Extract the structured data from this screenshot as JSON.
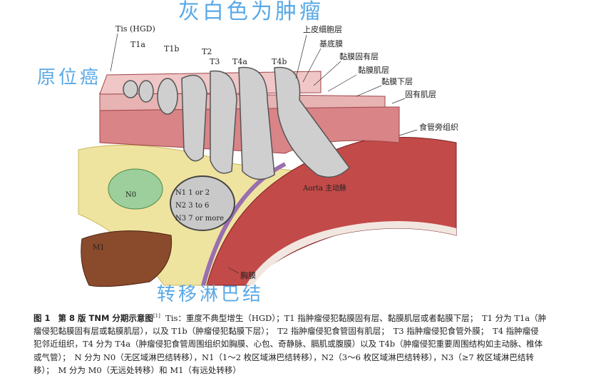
{
  "labels": {
    "tis": "Tis (HGD)",
    "t1a": "T1a",
    "t1b": "T1b",
    "t2": "T2",
    "t3": "T3",
    "t4a": "T4a",
    "t4b": "T4b",
    "epithelium": "上皮细胞层",
    "basement": "基底膜",
    "lamina_propria": "黏膜固有层",
    "muscularis_mucosae": "黏膜肌层",
    "submucosa": "黏膜下层",
    "muscularis_propria": "固有肌层",
    "periesophageal": "食管旁组织",
    "aorta": "Aorta 主动脉",
    "pleura": "胸膜",
    "n0": "N0",
    "n1": "N1 1 or 2",
    "n2": "N2 3 to 6",
    "n3": "N3 7 or more",
    "m1": "M1"
  },
  "annotations": {
    "tumor_note": "灰白色为肿瘤",
    "in_situ": "原位癌",
    "lymph_note": "转移淋巴结"
  },
  "caption": {
    "figure_no": "图 1",
    "title": "第 8 版 TNM 分期示意图",
    "ref": "[1]",
    "body": "Tis：重度不典型增生（HGD）；T1 指肿瘤侵犯黏膜固有层、黏膜肌层或者黏膜下层；　T1 分为 T1a（肿瘤侵犯黏膜固有层或黏膜肌层），以及 T1b（肿瘤侵犯黏膜下层）；　T2 指肿瘤侵犯食管固有肌层；　T3 指肿瘤侵犯食管外膜；　T4 指肿瘤侵犯邻近组织，T4 分为 T4a（肿瘤侵犯食管周围组织如胸膜、心包、奇静脉、膈肌或腹膜）以及 T4b（肿瘤侵犯重要周围结构如主动脉、椎体或气管）；　N 分为 N0（无区域淋巴结转移），N1（1～2 枚区域淋巴结转移），N2（3～6 枚区域淋巴结转移），N3（≥7 枚区域淋巴结转移）；　M 分为 M0（无远处转移）和 M1（有远处转移）"
  },
  "colors": {
    "annotation": "#5aa9e6",
    "tumor": "#c9c9c9",
    "wall": "#e3a3a6",
    "fat": "#efe3a0",
    "aorta": "#b8383a",
    "liver": "#8a4a2c",
    "node_green": "#9ccf9b"
  }
}
